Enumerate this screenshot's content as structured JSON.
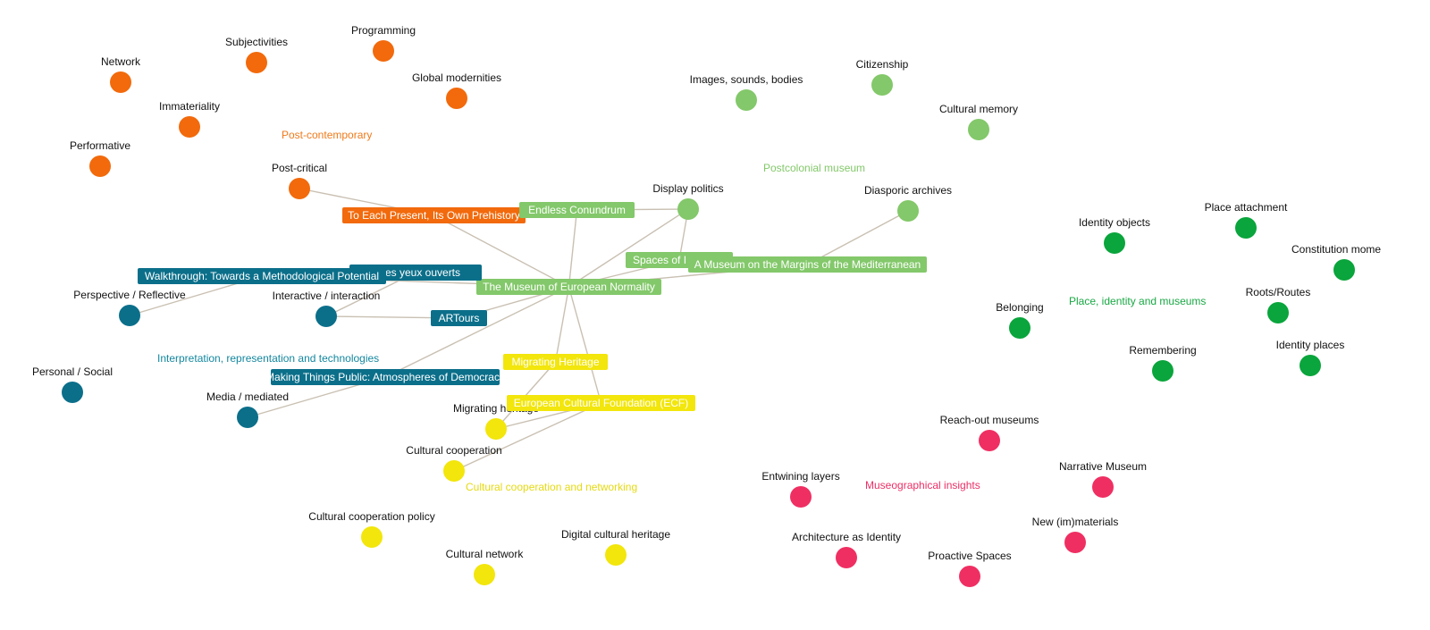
{
  "colors": {
    "orange": "#f26a0c",
    "light_green": "#83c86a",
    "dark_green": "#0aa53c",
    "teal": "#0b6f8a",
    "yellow": "#f2e60c",
    "pink": "#ef2f62",
    "edge": "#c9c0b2"
  },
  "groups": [
    {
      "id": "post-contemporary",
      "label": "Post-contemporary",
      "color": "orange"
    },
    {
      "id": "postcolonial",
      "label": "Postcolonial museum",
      "color": "light_green"
    },
    {
      "id": "place-identity",
      "label": "Place, identity and museums",
      "color": "dark_green"
    },
    {
      "id": "interpretation",
      "label": "Interpretation, representation and technologies",
      "color": "teal"
    },
    {
      "id": "cultural-cooperation",
      "label": "Cultural cooperation and networking",
      "color": "yellow"
    },
    {
      "id": "museographical",
      "label": "Museographical insights",
      "color": "pink"
    }
  ],
  "nodes": [
    {
      "id": "network",
      "label": "Network",
      "color": "orange"
    },
    {
      "id": "subjectivities",
      "label": "Subjectivities",
      "color": "orange"
    },
    {
      "id": "programming",
      "label": "Programming",
      "color": "orange"
    },
    {
      "id": "global-modernities",
      "label": "Global modernities",
      "color": "orange"
    },
    {
      "id": "immateriality",
      "label": "Immateriality",
      "color": "orange"
    },
    {
      "id": "performative",
      "label": "Performative",
      "color": "orange"
    },
    {
      "id": "post-critical",
      "label": "Post-critical",
      "color": "orange"
    },
    {
      "id": "images-sounds-bodies",
      "label": "Images, sounds, bodies",
      "color": "light_green"
    },
    {
      "id": "citizenship",
      "label": "Citizenship",
      "color": "light_green"
    },
    {
      "id": "cultural-memory",
      "label": "Cultural memory",
      "color": "light_green"
    },
    {
      "id": "display-politics",
      "label": "Display politics",
      "color": "light_green"
    },
    {
      "id": "diasporic-archives",
      "label": "Diasporic archives",
      "color": "light_green"
    },
    {
      "id": "identity-objects",
      "label": "Identity objects",
      "color": "dark_green"
    },
    {
      "id": "place-attachment",
      "label": "Place attachment",
      "color": "dark_green"
    },
    {
      "id": "constitution-moments",
      "label": "Constitution mome",
      "color": "dark_green"
    },
    {
      "id": "roots-routes",
      "label": "Roots/Routes",
      "color": "dark_green"
    },
    {
      "id": "belonging",
      "label": "Belonging",
      "color": "dark_green"
    },
    {
      "id": "remembering",
      "label": "Remembering",
      "color": "dark_green"
    },
    {
      "id": "identity-places",
      "label": "Identity places",
      "color": "dark_green"
    },
    {
      "id": "perspective-reflective",
      "label": "Perspective / Reflective",
      "color": "teal"
    },
    {
      "id": "interactive-interaction",
      "label": "Interactive / interaction",
      "color": "teal"
    },
    {
      "id": "personal-social",
      "label": "Personal / Social",
      "color": "teal"
    },
    {
      "id": "media-mediated",
      "label": "Media / mediated",
      "color": "teal"
    },
    {
      "id": "migrating-heritage-kw",
      "label": "Migrating heritage",
      "color": "yellow"
    },
    {
      "id": "cultural-cooperation-kw",
      "label": "Cultural cooperation",
      "color": "yellow"
    },
    {
      "id": "cultural-cooperation-policy",
      "label": "Cultural cooperation policy",
      "color": "yellow"
    },
    {
      "id": "cultural-network",
      "label": "Cultural network",
      "color": "yellow"
    },
    {
      "id": "digital-cultural-heritage",
      "label": "Digital cultural heritage",
      "color": "yellow"
    },
    {
      "id": "reach-out-museums",
      "label": "Reach-out museums",
      "color": "pink"
    },
    {
      "id": "narrative-museum",
      "label": "Narrative Museum",
      "color": "pink"
    },
    {
      "id": "entwining-layers",
      "label": "Entwining layers",
      "color": "pink"
    },
    {
      "id": "new-immaterials",
      "label": "New (im)materials",
      "color": "pink"
    },
    {
      "id": "architecture-as-identity",
      "label": "Architecture as Identity",
      "color": "pink"
    },
    {
      "id": "proactive-spaces",
      "label": "Proactive Spaces",
      "color": "pink"
    }
  ],
  "projects": [
    {
      "id": "prehistory",
      "label": "To Each Present, Its Own Prehistory",
      "color": "orange"
    },
    {
      "id": "endless-conundrum",
      "label": "Endless Conundrum",
      "color": "light_green"
    },
    {
      "id": "spaces-of",
      "label": "Spaces of I",
      "color": "light_green"
    },
    {
      "id": "museum-margins",
      "label": "A Museum on the Margins of the Mediterranean",
      "color": "light_green"
    },
    {
      "id": "european-normality",
      "label": "The Museum of European Normality",
      "color": "light_green"
    },
    {
      "id": "yeux-ouverts",
      "label": "a: les yeux ouverts",
      "color": "teal"
    },
    {
      "id": "walkthrough",
      "label": "Walkthrough: Towards a Methodological Potential",
      "color": "teal"
    },
    {
      "id": "artours",
      "label": "ARTours",
      "color": "teal"
    },
    {
      "id": "making-things-public",
      "label": "Making Things Public: Atmospheres of Democracy",
      "color": "teal"
    },
    {
      "id": "migrating-heritage-proj",
      "label": "Migrating Heritage",
      "color": "yellow"
    },
    {
      "id": "ecf",
      "label": "European Cultural Foundation (ECF)",
      "color": "yellow"
    }
  ],
  "edges": [
    [
      "post-critical",
      "prehistory"
    ],
    [
      "prehistory",
      "european-normality"
    ],
    [
      "endless-conundrum",
      "display-politics"
    ],
    [
      "endless-conundrum",
      "european-normality"
    ],
    [
      "display-politics",
      "european-normality"
    ],
    [
      "display-politics",
      "spaces-of"
    ],
    [
      "diasporic-archives",
      "museum-margins"
    ],
    [
      "museum-margins",
      "european-normality"
    ],
    [
      "spaces-of",
      "european-normality"
    ],
    [
      "walkthrough",
      "european-normality"
    ],
    [
      "walkthrough",
      "perspective-reflective"
    ],
    [
      "yeux-ouverts",
      "interactive-interaction"
    ],
    [
      "artours",
      "interactive-interaction"
    ],
    [
      "artours",
      "european-normality"
    ],
    [
      "making-things-public",
      "european-normality"
    ],
    [
      "making-things-public",
      "media-mediated"
    ],
    [
      "migrating-heritage-proj",
      "european-normality"
    ],
    [
      "ecf",
      "european-normality"
    ],
    [
      "migrating-heritage-proj",
      "migrating-heritage-kw"
    ],
    [
      "ecf",
      "migrating-heritage-kw"
    ],
    [
      "ecf",
      "cultural-cooperation-kw"
    ]
  ]
}
